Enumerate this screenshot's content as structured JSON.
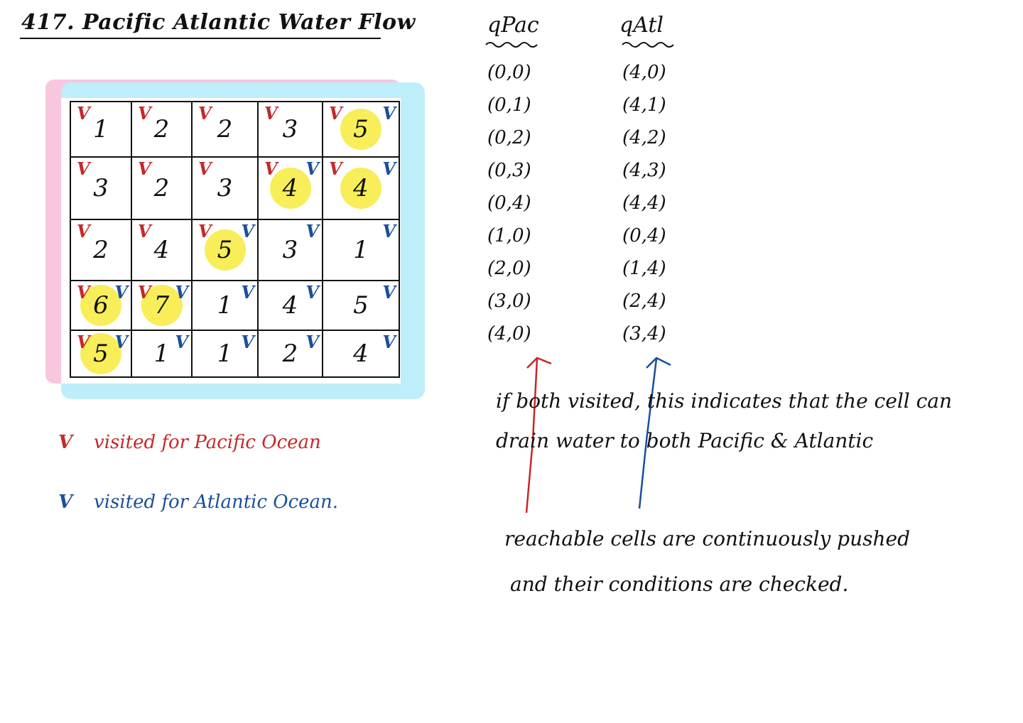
{
  "title": "417. Pacific Atlantic Water Flow",
  "grid": {
    "rows": [
      [
        {
          "value": "1",
          "pacific": true,
          "atlantic": false,
          "highlight": false
        },
        {
          "value": "2",
          "pacific": true,
          "atlantic": false,
          "highlight": false
        },
        {
          "value": "2",
          "pacific": true,
          "atlantic": false,
          "highlight": false
        },
        {
          "value": "3",
          "pacific": true,
          "atlantic": false,
          "highlight": false
        },
        {
          "value": "5",
          "pacific": true,
          "atlantic": true,
          "highlight": true
        }
      ],
      [
        {
          "value": "3",
          "pacific": true,
          "atlantic": false,
          "highlight": false
        },
        {
          "value": "2",
          "pacific": true,
          "atlantic": false,
          "highlight": false
        },
        {
          "value": "3",
          "pacific": true,
          "atlantic": false,
          "highlight": false
        },
        {
          "value": "4",
          "pacific": true,
          "atlantic": true,
          "highlight": true
        },
        {
          "value": "4",
          "pacific": true,
          "atlantic": true,
          "highlight": true
        }
      ],
      [
        {
          "value": "2",
          "pacific": true,
          "atlantic": false,
          "highlight": false
        },
        {
          "value": "4",
          "pacific": true,
          "atlantic": false,
          "highlight": false
        },
        {
          "value": "5",
          "pacific": true,
          "atlantic": true,
          "highlight": true
        },
        {
          "value": "3",
          "pacific": false,
          "atlantic": true,
          "highlight": false
        },
        {
          "value": "1",
          "pacific": false,
          "atlantic": true,
          "highlight": false
        }
      ],
      [
        {
          "value": "6",
          "pacific": true,
          "atlantic": true,
          "highlight": true
        },
        {
          "value": "7",
          "pacific": true,
          "atlantic": true,
          "highlight": true
        },
        {
          "value": "1",
          "pacific": false,
          "atlantic": true,
          "highlight": false
        },
        {
          "value": "4",
          "pacific": false,
          "atlantic": true,
          "highlight": false
        },
        {
          "value": "5",
          "pacific": false,
          "atlantic": true,
          "highlight": false
        }
      ],
      [
        {
          "value": "5",
          "pacific": true,
          "atlantic": true,
          "highlight": true
        },
        {
          "value": "1",
          "pacific": false,
          "atlantic": true,
          "highlight": false
        },
        {
          "value": "1",
          "pacific": false,
          "atlantic": true,
          "highlight": false
        },
        {
          "value": "2",
          "pacific": false,
          "atlantic": true,
          "highlight": false
        },
        {
          "value": "4",
          "pacific": false,
          "atlantic": true,
          "highlight": false
        }
      ]
    ]
  },
  "check_mark": "V",
  "colors": {
    "pacific": "#c62828",
    "atlantic": "#1a4f9a",
    "pacific_band": "#f9c6df",
    "atlantic_band": "#bdeefa",
    "highlight": "#f7ee5a"
  },
  "legend": {
    "pacific_mark": "V",
    "pacific_label": "visited for Pacific Ocean",
    "atlantic_mark": "V",
    "atlantic_label": "visited for Atlantic Ocean."
  },
  "queues": {
    "pac_label": "qPac",
    "atl_label": "qAtl",
    "pac": [
      "(0,0)",
      "(0,1)",
      "(0,2)",
      "(0,3)",
      "(0,4)",
      "(1,0)",
      "(2,0)",
      "(3,0)",
      "(4,0)"
    ],
    "atl": [
      "(4,0)",
      "(4,1)",
      "(4,2)",
      "(4,3)",
      "(4,4)",
      "(0,4)",
      "(1,4)",
      "(2,4)",
      "(3,4)"
    ]
  },
  "notes": {
    "n1_line1": "if both visited, this indicates that the cell can",
    "n1_line2": "drain water to both Pacific & Atlantic",
    "n2_line1": "reachable cells are continuously pushed",
    "n2_line2": "and their conditions are checked."
  }
}
